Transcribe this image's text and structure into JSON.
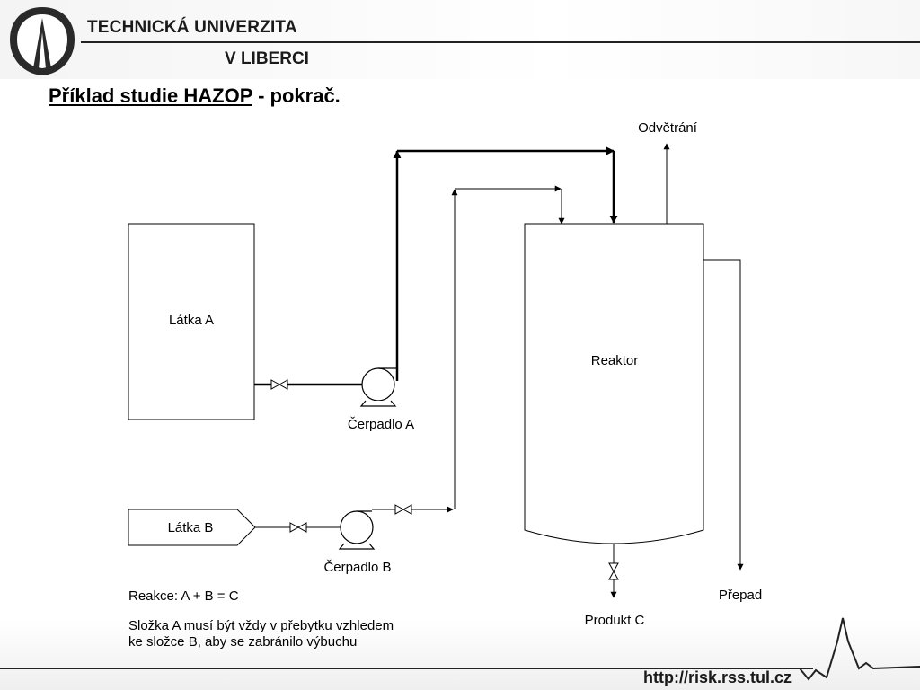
{
  "header": {
    "university_line1": "TECHNICKÁ UNIVERZITA",
    "university_line2": "V LIBERCI"
  },
  "title": {
    "underlined": "Příklad studie HAZOP",
    "rest": " - pokrač."
  },
  "diagram": {
    "tank_a": "Látka A",
    "tank_b": "Látka B",
    "pump_a": "Čerpadlo A",
    "pump_b": "Čerpadlo B",
    "reactor": "Reaktor",
    "vent": "Odvětrání",
    "overflow": "Přepad",
    "product": "Produkt C"
  },
  "notes": {
    "reaction": "Reakce: A + B = C",
    "line1": "Složka A musí být vždy v přebytku vzhledem",
    "line2": "ke složce B, aby se zabránilo výbuchu"
  },
  "footer": {
    "url": "http://risk.rss.tul.cz"
  }
}
